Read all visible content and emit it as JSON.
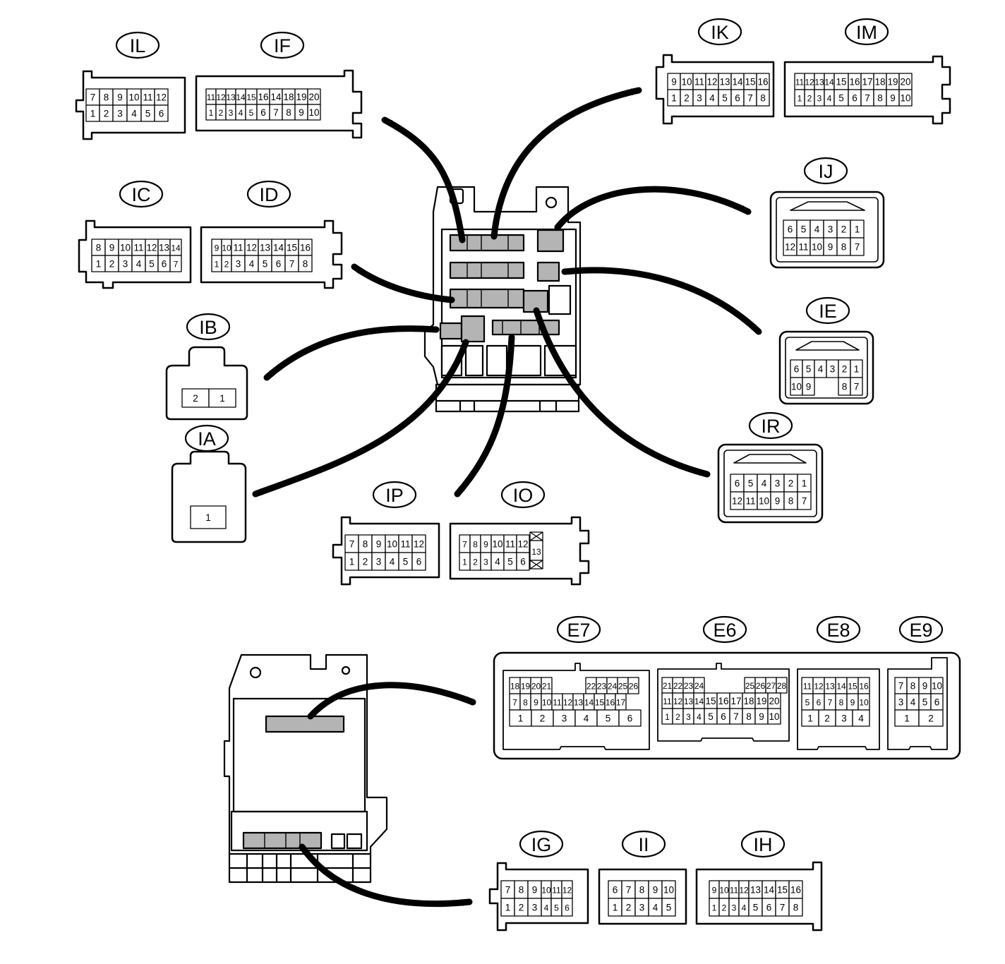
{
  "colors": {
    "ink": "#000000",
    "part_fill": "#b4b4b4",
    "background": "#ffffff"
  },
  "connectors": {
    "IL": {
      "label": "IL",
      "rows": [
        [
          "7",
          "8",
          "9",
          "10",
          "11",
          "12"
        ],
        [
          "1",
          "2",
          "3",
          "4",
          "5",
          "6"
        ]
      ]
    },
    "IF": {
      "label": "IF",
      "rows": [
        [
          "11",
          "12",
          "13",
          "14",
          "15",
          "16",
          "14",
          "18",
          "19",
          "20"
        ],
        [
          "1",
          "2",
          "3",
          "4",
          "5",
          "6",
          "7",
          "8",
          "9",
          "10"
        ]
      ]
    },
    "IK": {
      "label": "IK",
      "rows": [
        [
          "9",
          "10",
          "11",
          "12",
          "13",
          "14",
          "15",
          "16"
        ],
        [
          "1",
          "2",
          "3",
          "4",
          "5",
          "6",
          "7",
          "8"
        ]
      ]
    },
    "IM": {
      "label": "IM",
      "rows": [
        [
          "11",
          "12",
          "13",
          "14",
          "15",
          "16",
          "17",
          "18",
          "19",
          "20"
        ],
        [
          "1",
          "2",
          "3",
          "4",
          "5",
          "6",
          "7",
          "8",
          "9",
          "10"
        ]
      ]
    },
    "IC": {
      "label": "IC",
      "rows": [
        [
          "8",
          "9",
          "10",
          "11",
          "12",
          "13",
          "14"
        ],
        [
          "1",
          "2",
          "3",
          "4",
          "5",
          "6",
          "7"
        ]
      ]
    },
    "ID": {
      "label": "ID",
      "rows": [
        [
          "9",
          "10",
          "11",
          "12",
          "13",
          "14",
          "15",
          "16"
        ],
        [
          "1",
          "2",
          "3",
          "4",
          "5",
          "6",
          "7",
          "8"
        ]
      ]
    },
    "IJ": {
      "label": "IJ",
      "rows": [
        [
          "6",
          "5",
          "4",
          "3",
          "2",
          "1"
        ],
        [
          "12",
          "11",
          "10",
          "9",
          "8",
          "7"
        ]
      ]
    },
    "IE": {
      "label": "IE",
      "rows": [
        [
          "6",
          "5",
          "4",
          "3",
          "2",
          "1"
        ],
        [
          "10",
          "9",
          "",
          "",
          "8",
          "7"
        ]
      ]
    },
    "IB": {
      "label": "IB",
      "rows": [
        [
          "2",
          "1"
        ]
      ]
    },
    "IA": {
      "label": "IA",
      "rows": [
        [
          "1"
        ]
      ]
    },
    "IR": {
      "label": "IR",
      "rows": [
        [
          "6",
          "5",
          "4",
          "3",
          "2",
          "1"
        ],
        [
          "12",
          "11",
          "10",
          "9",
          "8",
          "7"
        ]
      ]
    },
    "IP": {
      "label": "IP",
      "rows": [
        [
          "7",
          "8",
          "9",
          "10",
          "11",
          "12"
        ],
        [
          "1",
          "2",
          "3",
          "4",
          "5",
          "6"
        ]
      ]
    },
    "IO": {
      "label": "IO",
      "rows": [
        [
          "7",
          "8",
          "9",
          "10",
          "11",
          "12"
        ],
        [
          "1",
          "2",
          "3",
          "4",
          "5",
          "6"
        ]
      ],
      "extra_pin": "13"
    },
    "E7": {
      "label": "E7",
      "rows": [
        [
          "18",
          "19",
          "20",
          "21",
          "",
          "",
          "22",
          "23",
          "24",
          "25",
          "26"
        ],
        [
          "7",
          "8",
          "9",
          "10",
          "11",
          "12",
          "13",
          "14",
          "15",
          "16",
          "17"
        ],
        [
          "1",
          "2",
          "3",
          "4",
          "5",
          "6"
        ]
      ]
    },
    "E6": {
      "label": "E6",
      "rows": [
        [
          "21",
          "22",
          "23",
          "24",
          "",
          "",
          "25",
          "26",
          "27",
          "28"
        ],
        [
          "11",
          "12",
          "13",
          "14",
          "15",
          "16",
          "17",
          "18",
          "19",
          "20"
        ],
        [
          "1",
          "2",
          "3",
          "4",
          "5",
          "6",
          "7",
          "8",
          "9",
          "10"
        ]
      ]
    },
    "E8": {
      "label": "E8",
      "rows": [
        [
          "11",
          "12",
          "13",
          "14",
          "15",
          "16"
        ],
        [
          "5",
          "6",
          "7",
          "8",
          "9",
          "10"
        ],
        [
          "1",
          "2",
          "3",
          "4"
        ]
      ]
    },
    "E9": {
      "label": "E9",
      "rows": [
        [
          "7",
          "8",
          "9",
          "10"
        ],
        [
          "3",
          "4",
          "5",
          "6"
        ],
        [
          "1",
          "2"
        ]
      ]
    },
    "IG": {
      "label": "IG",
      "rows": [
        [
          "7",
          "8",
          "9",
          "10",
          "11",
          "12"
        ],
        [
          "1",
          "2",
          "3",
          "4",
          "5",
          "6"
        ]
      ]
    },
    "II": {
      "label": "II",
      "rows": [
        [
          "6",
          "7",
          "8",
          "9",
          "10"
        ],
        [
          "1",
          "2",
          "3",
          "4",
          "5"
        ]
      ]
    },
    "IH": {
      "label": "IH",
      "rows": [
        [
          "9",
          "10",
          "11",
          "12",
          "13",
          "14",
          "15",
          "16"
        ],
        [
          "1",
          "2",
          "3",
          "4",
          "5",
          "6",
          "7",
          "8"
        ]
      ]
    }
  }
}
